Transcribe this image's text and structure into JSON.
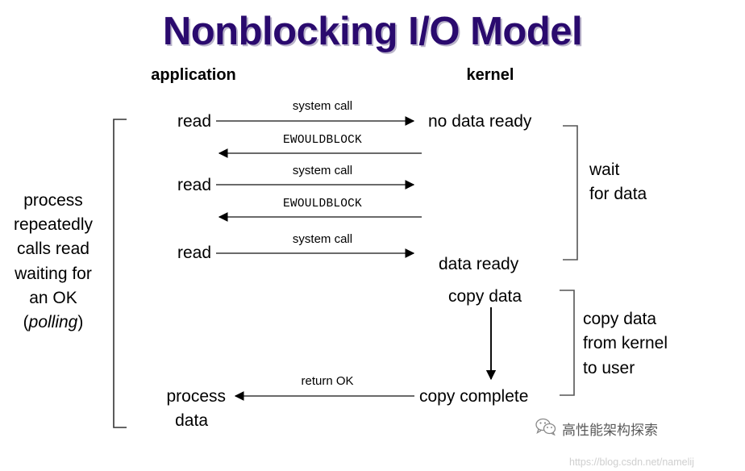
{
  "title": "Nonblocking I/O Model",
  "headers": {
    "application": "application",
    "kernel": "kernel"
  },
  "left_block": {
    "lines": [
      "process",
      "repeatedly",
      "calls read",
      "waiting for",
      "an OK"
    ],
    "italic_line_prefix": "(",
    "italic_line_word": "polling",
    "italic_line_suffix": ")"
  },
  "application_nodes": {
    "read_1": "read",
    "read_2": "read",
    "read_3": "read",
    "process_data_line1": "process",
    "process_data_line2": "data"
  },
  "kernel_nodes": {
    "no_data_ready": "no data ready",
    "data_ready": "data ready",
    "copy_data": "copy data",
    "copy_complete": "copy complete"
  },
  "arrow_labels": {
    "system_call_1": "system call",
    "ewouldblock_1": "EWOULDBLOCK",
    "system_call_2": "system call",
    "ewouldblock_2": "EWOULDBLOCK",
    "system_call_3": "system call",
    "return_ok": "return OK"
  },
  "bracket_labels": {
    "wait_line1": "wait",
    "wait_line2": "for data",
    "copy_line1": "copy data",
    "copy_line2": "from kernel",
    "copy_line3": "to user"
  },
  "watermark": {
    "account_name": "高性能架构探索",
    "url": "https://blog.csdn.net/namelij"
  },
  "colors": {
    "title": "#2a0a6e",
    "title_shadow": "#b9b3c9",
    "line": "#555555",
    "arrowhead": "#000000",
    "text": "#000000",
    "watermark_text": "#5a5a5a",
    "watermark_url": "#cfcfcf",
    "background": "#ffffff"
  }
}
